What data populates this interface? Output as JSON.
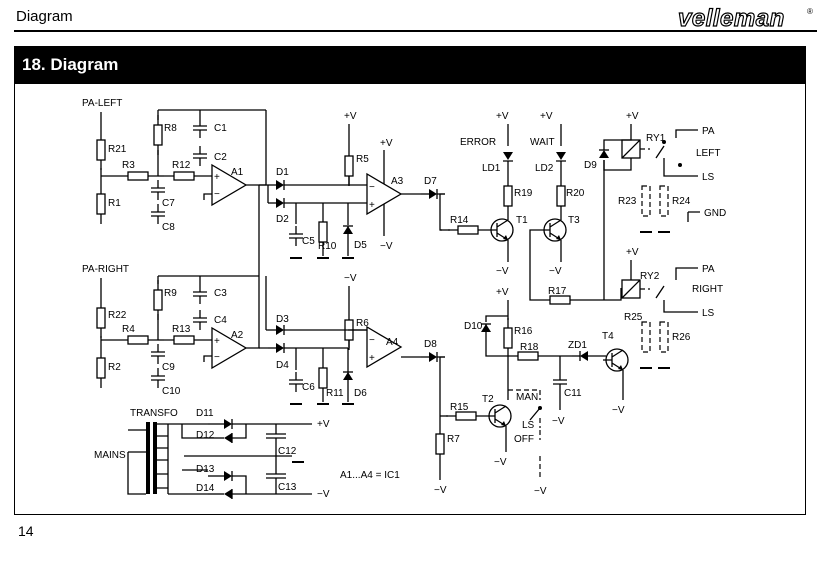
{
  "header": {
    "title": "Diagram",
    "brand": "velleman",
    "registered": "®"
  },
  "section": {
    "title": "18. Diagram"
  },
  "footer": {
    "page_number": "14"
  },
  "schematic": {
    "inputs": {
      "left": "PA-LEFT",
      "right": "PA-RIGHT"
    },
    "resistors": {
      "R1": "R1",
      "R2": "R2",
      "R3": "R3",
      "R4": "R4",
      "R5": "R5",
      "R6": "R6",
      "R7": "R7",
      "R8": "R8",
      "R9": "R9",
      "R10": "R10",
      "R11": "R11",
      "R12": "R12",
      "R13": "R13",
      "R14": "R14",
      "R15": "R15",
      "R16": "R16",
      "R17": "R17",
      "R18": "R18",
      "R19": "R19",
      "R20": "R20",
      "R21": "R21",
      "R22": "R22",
      "R23": "R23",
      "R24": "R24",
      "R25": "R25",
      "R26": "R26"
    },
    "capacitors": {
      "C1": "C1",
      "C2": "C2",
      "C3": "C3",
      "C4": "C4",
      "C5": "C5",
      "C6": "C6",
      "C7": "C7",
      "C8": "C8",
      "C9": "C9",
      "C10": "C10",
      "C11": "C11",
      "C12": "C12",
      "C13": "C13"
    },
    "diodes": {
      "D1": "D1",
      "D2": "D2",
      "D3": "D3",
      "D4": "D4",
      "D5": "D5",
      "D6": "D6",
      "D7": "D7",
      "D8": "D8",
      "D9": "D9",
      "D10": "D10",
      "D11": "D11",
      "D12": "D12",
      "D13": "D13",
      "D14": "D14",
      "ZD1": "ZD1"
    },
    "opamps": {
      "A1": "A1",
      "A2": "A2",
      "A3": "A3",
      "A4": "A4"
    },
    "transistors": {
      "T1": "T1",
      "T2": "T2",
      "T3": "T3",
      "T4": "T4"
    },
    "leds": {
      "LD1": "LD1",
      "LD2": "LD2",
      "error": "ERROR",
      "wait": "WAIT"
    },
    "relays": {
      "RY1": "RY1",
      "RY2": "RY2"
    },
    "rails": {
      "pos": "+V",
      "neg": "−V",
      "gnd": "GND"
    },
    "terminals": {
      "pa": "PA",
      "ls": "LS",
      "left": "LEFT",
      "right": "RIGHT"
    },
    "switch": {
      "man": "MAN",
      "ls": "LS",
      "off": "OFF"
    },
    "supply": {
      "transfo": "TRANSFO",
      "mains": "MAINS"
    },
    "ic_note": "A1...A4  =  IC1",
    "pins": {
      "plus": "+",
      "minus": "−"
    }
  }
}
